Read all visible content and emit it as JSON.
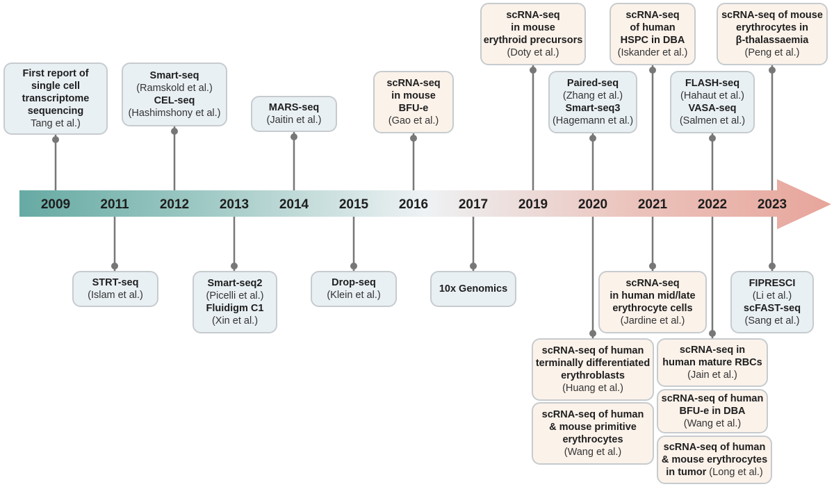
{
  "timeline": {
    "years": [
      "2009",
      "2011",
      "2012",
      "2013",
      "2014",
      "2015",
      "2016",
      "2017",
      "2019",
      "2020",
      "2021",
      "2022",
      "2023"
    ]
  },
  "boxes": [
    {
      "id": "first-report",
      "style": "blue",
      "lines": [
        {
          "t": "First report of",
          "b": true
        },
        {
          "t": "single cell",
          "b": true
        },
        {
          "t": "transcriptome",
          "b": true
        },
        {
          "t": "sequencing",
          "b": true
        },
        {
          "t": "Tang et al.)",
          "b": false
        }
      ]
    },
    {
      "id": "smart-seq",
      "style": "blue",
      "lines": [
        {
          "t": "Smart-seq",
          "b": true
        },
        {
          "t": "(Ramskold et al.)",
          "b": false
        },
        {
          "t": "CEL-seq",
          "b": true
        },
        {
          "t": "(Hashimshony et al.)",
          "b": false
        }
      ]
    },
    {
      "id": "mars-seq",
      "style": "blue",
      "lines": [
        {
          "t": "MARS-seq",
          "b": true
        },
        {
          "t": "(Jaitin et al.)",
          "b": false
        }
      ]
    },
    {
      "id": "mouse-bfu-e",
      "style": "peach",
      "lines": [
        {
          "t": "scRNA-seq",
          "b": true
        },
        {
          "t": "in mouse",
          "b": true
        },
        {
          "t": "BFU-e",
          "b": true
        },
        {
          "t": "(Gao et al.)",
          "b": false
        }
      ]
    },
    {
      "id": "mouse-erythroid-precursors",
      "style": "peach",
      "lines": [
        {
          "t": "scRNA-seq",
          "b": true
        },
        {
          "t": "in mouse",
          "b": true
        },
        {
          "t": "erythroid precursors",
          "b": true
        },
        {
          "t": "(Doty et al.)",
          "b": false
        }
      ]
    },
    {
      "id": "paired-seq",
      "style": "blue",
      "lines": [
        {
          "t": "Paired-seq",
          "b": true
        },
        {
          "t": "(Zhang  et al.)",
          "b": false
        },
        {
          "t": "Smart-seq3",
          "b": true
        },
        {
          "t": "(Hagemann et al.)",
          "b": false
        }
      ]
    },
    {
      "id": "human-hspc-dba",
      "style": "peach",
      "lines": [
        {
          "t": "scRNA-seq",
          "b": true
        },
        {
          "t": "of human",
          "b": true
        },
        {
          "t": "HSPC in DBA",
          "b": true
        },
        {
          "t": "(Iskander et al.)",
          "b": false
        }
      ]
    },
    {
      "id": "flash-seq",
      "style": "blue",
      "lines": [
        {
          "t": "FLASH-seq",
          "b": true
        },
        {
          "t": "(Hahaut et al.)",
          "b": false
        },
        {
          "t": "VASA-seq",
          "b": true
        },
        {
          "t": "(Salmen et al.)",
          "b": false
        }
      ]
    },
    {
      "id": "mouse-thalassaemia",
      "style": "peach",
      "lines": [
        {
          "t": "scRNA-seq of mouse",
          "b": true
        },
        {
          "t": "erythrocytes in",
          "b": true
        },
        {
          "t": "β-thalassaemia",
          "b": true
        },
        {
          "t": "(Peng et al.)",
          "b": false
        }
      ]
    },
    {
      "id": "strt-seq",
      "style": "blue",
      "lines": [
        {
          "t": "STRT-seq",
          "b": true
        },
        {
          "t": "(Islam et al.)",
          "b": false
        }
      ]
    },
    {
      "id": "smart-seq2",
      "style": "blue",
      "lines": [
        {
          "t": "Smart-seq2",
          "b": true
        },
        {
          "t": "(Picelli et al.)",
          "b": false
        },
        {
          "t": "Fluidigm C1",
          "b": true
        },
        {
          "t": "(Xin et al.)",
          "b": false
        }
      ]
    },
    {
      "id": "drop-seq",
      "style": "blue",
      "lines": [
        {
          "t": "Drop-seq",
          "b": true
        },
        {
          "t": "(Klein et al.)",
          "b": false
        }
      ]
    },
    {
      "id": "10x-genomics",
      "style": "blue",
      "lines": [
        {
          "t": "10x Genomics",
          "b": true
        }
      ]
    },
    {
      "id": "human-mid-late",
      "style": "peach",
      "lines": [
        {
          "t": "scRNA-seq",
          "b": true
        },
        {
          "t": "in human mid/late",
          "b": true
        },
        {
          "t": "erythrocyte cells",
          "b": true
        },
        {
          "t": "(Jardine et al.)",
          "b": false
        }
      ]
    },
    {
      "id": "fipresci",
      "style": "blue",
      "lines": [
        {
          "t": "FIPRESCI",
          "b": true
        },
        {
          "t": "(Li et al.)",
          "b": false
        },
        {
          "t": "scFAST-seq",
          "b": true
        },
        {
          "t": "(Sang et al.)",
          "b": false
        }
      ]
    },
    {
      "id": "human-erythroblasts",
      "style": "peach",
      "lines": [
        {
          "t": "scRNA-seq of human",
          "b": true
        },
        {
          "t": "terminally differentiated",
          "b": true
        },
        {
          "t": "erythroblasts",
          "b": true
        },
        {
          "t": "(Huang et al.)",
          "b": false
        }
      ]
    },
    {
      "id": "human-mouse-primitive",
      "style": "peach",
      "lines": [
        {
          "t": "scRNA-seq of human",
          "b": true
        },
        {
          "t": "& mouse primitive",
          "b": true
        },
        {
          "t": "erythrocytes",
          "b": true
        },
        {
          "t": "(Wang et al.)",
          "b": false
        }
      ]
    },
    {
      "id": "human-mature-rbcs",
      "style": "peach",
      "lines": [
        {
          "t": "scRNA-seq in",
          "b": true
        },
        {
          "t": "human mature RBCs",
          "b": true
        },
        {
          "t": "(Jain et al.)",
          "b": false
        }
      ]
    },
    {
      "id": "human-bfu-e-dba",
      "style": "peach",
      "lines": [
        {
          "t": "scRNA-seq of human",
          "b": true
        },
        {
          "t": "BFU-e in DBA",
          "b": true
        },
        {
          "t": "(Wang et al.)",
          "b": false
        }
      ]
    },
    {
      "id": "erythrocytes-tumor",
      "style": "peach",
      "lines": [
        {
          "t": "scRNA-seq of human",
          "b": true
        },
        {
          "t": "& mouse erythrocytes",
          "b": true
        },
        {
          "t": "in tumor",
          "b": true,
          "suffix": " (Long et al.)"
        }
      ]
    }
  ],
  "colors": {
    "arrow_start": "#66aaa3",
    "arrow_mid": "#eef2f4",
    "arrow_end": "#e7a59b",
    "connector": "#777777",
    "box_border": "#c6cbce",
    "box_blue": "#e9f0f4",
    "box_peach": "#fbf2ea"
  }
}
